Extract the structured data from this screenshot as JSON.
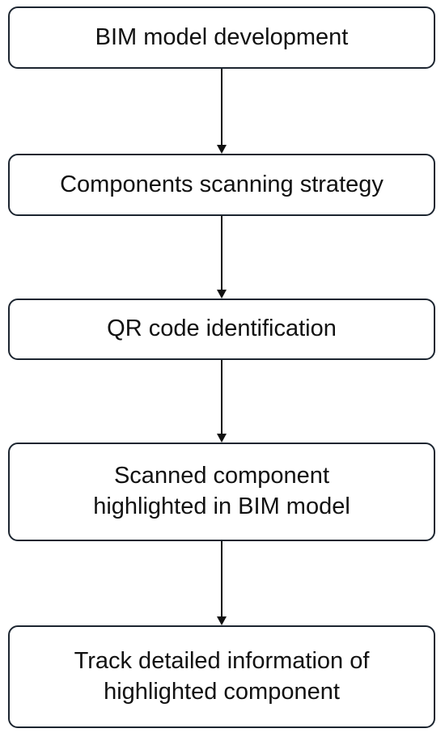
{
  "flowchart": {
    "steps": [
      {
        "label": "BIM model development"
      },
      {
        "label": "Components scanning strategy"
      },
      {
        "label": "QR code identification"
      },
      {
        "label": "Scanned component\nhighlighted in BIM model"
      },
      {
        "label": "Track detailed information of\nhighlighted component"
      }
    ],
    "colors": {
      "box_border": "#1c2530",
      "arrow": "#111111",
      "text": "#111111",
      "background": "#ffffff"
    }
  }
}
